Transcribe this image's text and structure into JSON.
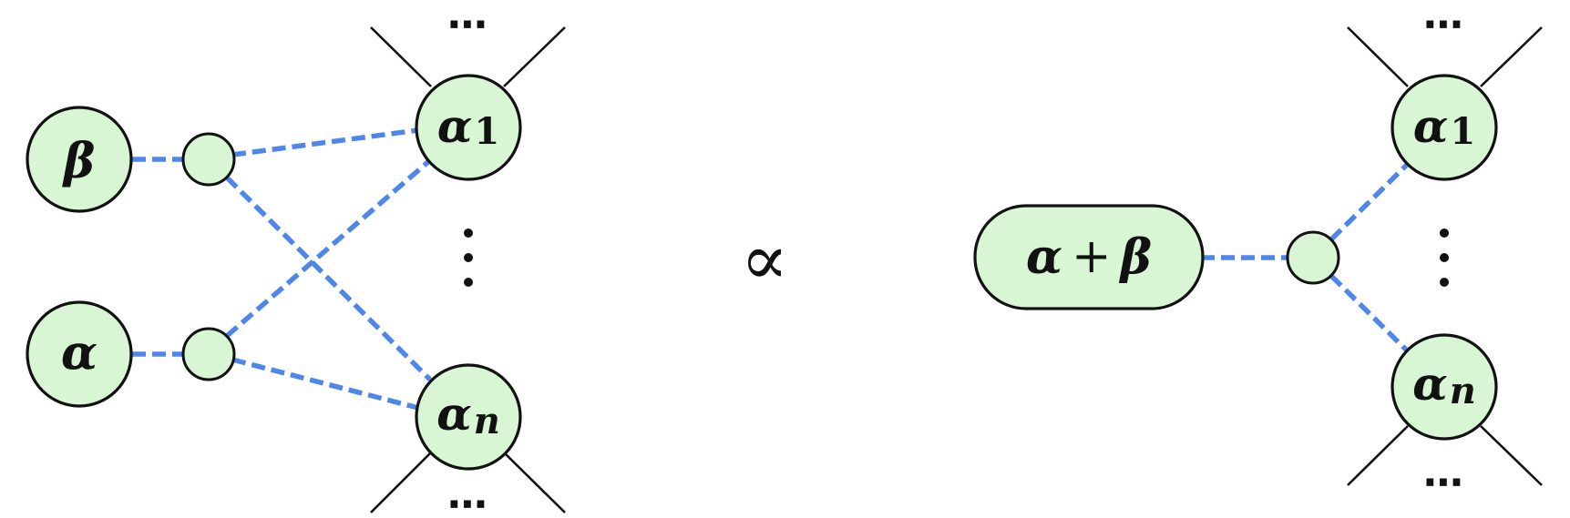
{
  "left": {
    "inputs": {
      "beta": "β",
      "alpha": "α"
    },
    "outputs": {
      "top": "α",
      "top_sub": "1",
      "bottom": "α",
      "bottom_sub": "n"
    }
  },
  "relation": "∝",
  "right": {
    "combined": {
      "a": "α",
      "plus": "+",
      "b": "β"
    },
    "outputs": {
      "top": "α",
      "top_sub": "1",
      "bottom": "α",
      "bottom_sub": "n"
    }
  },
  "ellipsis": "⋯",
  "colors": {
    "node_fill": "#d8f5d4",
    "edge_dashed": "#4f86ea",
    "stroke": "#111111"
  }
}
